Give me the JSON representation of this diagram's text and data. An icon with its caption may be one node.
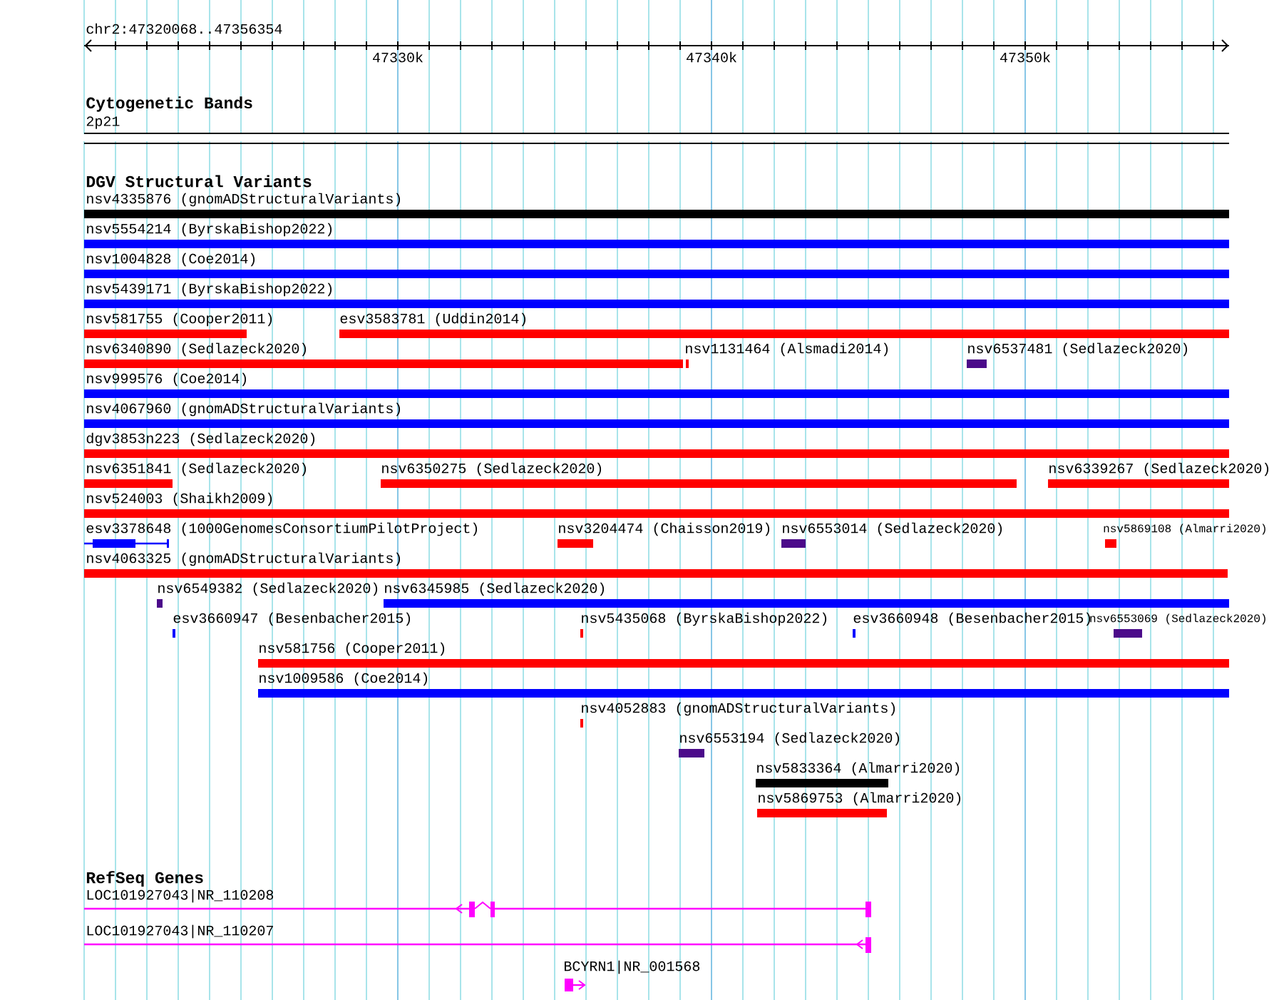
{
  "diagram": {
    "labels": [
      "chr2:47320068..47356354",
      "47330k",
      "47340k",
      "47350k",
      "Cytogenetic Bands",
      "2p21",
      "DGV Structural Variants",
      "nsv4335876 (gnomADStructuralVariants)",
      "nsv5554214 (ByrskaBishop2022)",
      "nsv1004828 (Coe2014)",
      "nsv5439171 (ByrskaBishop2022)",
      "nsv581755 (Cooper2011)",
      "esv3583781 (Uddin2014)",
      "nsv6340890 (Sedlazeck2020)",
      "nsv1131464 (Alsmadi2014)",
      "nsv6537481 (Sedlazeck2020)",
      "nsv999576 (Coe2014)",
      "nsv4067960 (gnomADStructuralVariants)",
      "dgv3853n223 (Sedlazeck2020)",
      "nsv6351841 (Sedlazeck2020)",
      "nsv6350275 (Sedlazeck2020)",
      "nsv6339267 (Sedlazeck2020)",
      "nsv524003 (Shaikh2009)",
      "esv3378648 (1000GenomesConsortiumPilotProject)",
      "nsv3204474 (Chaisson2019)",
      "nsv6553014 (Sedlazeck2020)",
      "nsv5869108 (Almarri2020)",
      "nsv4063325 (gnomADStructuralVariants)",
      "nsv6549382 (Sedlazeck2020)",
      "nsv6345985 (Sedlazeck2020)",
      "esv3660947 (Besenbacher2015)",
      "nsv5435068 (ByrskaBishop2022)",
      "esv3660948 (Besenbacher2015)",
      "nsv6553069 (Sedlazeck2020)",
      "nsv581756 (Cooper2011)",
      "nsv1009586 (Coe2014)",
      "nsv4052883 (gnomADStructuralVariants)",
      "nsv6553194 (Sedlazeck2020)",
      "nsv5833364 (Almarri2020)",
      "nsv5869753 (Almarri2020)",
      "RefSeq Genes",
      "LOC101927043|NR_110208",
      "LOC101927043|NR_110207",
      "BCYRN1|NR_001568"
    ]
  }
}
